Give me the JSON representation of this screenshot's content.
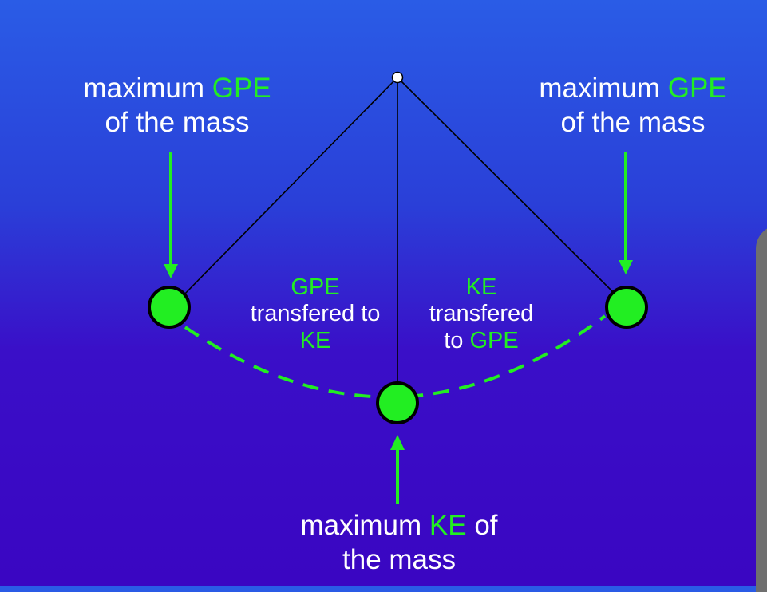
{
  "colors": {
    "accent": "#22ee22",
    "text": "#ffffff",
    "string": "#000000",
    "background_top": "#2a5ce6",
    "background_bottom": "#3a06c2"
  },
  "labels": {
    "left_top": {
      "line1_pre": "maximum ",
      "line1_hl": "GPE",
      "line2": "of the mass"
    },
    "right_top": {
      "line1_pre": "maximum ",
      "line1_hl": "GPE",
      "line2": "of the mass"
    },
    "gpe_to_ke": {
      "line1_hl": "GPE",
      "line2": "transfered to",
      "line3_hl": "KE"
    },
    "ke_to_gpe": {
      "line1_hl": "KE",
      "line2": "transfered",
      "line3_pre": "to ",
      "line3_hl": "GPE"
    },
    "bottom": {
      "line1_pre": "maximum ",
      "line1_hl": "KE",
      "line1_post": " of",
      "line2": "the mass"
    }
  }
}
